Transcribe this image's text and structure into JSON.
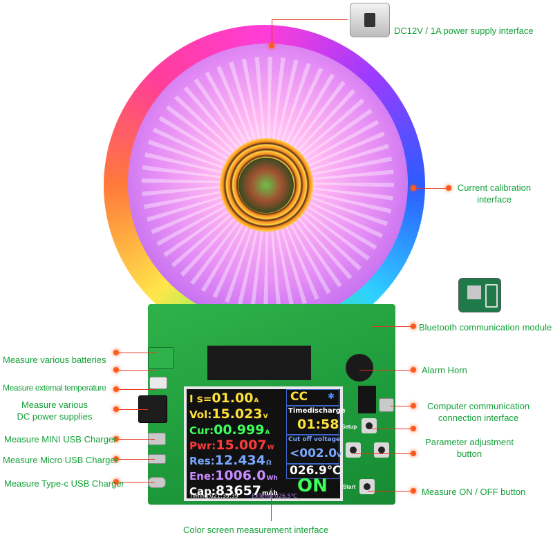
{
  "labels": {
    "power": "DC12V / 1A power supply interface",
    "calibration_line1": "Current calibration",
    "calibration_line2": "interface",
    "bluetooth": "Bluetooth communication module",
    "alarm": "Alarm Horn",
    "computer_line1": "Computer communication",
    "computer_line2": "connection interface",
    "param_line1": "Parameter adjustment",
    "param_line2": "button",
    "onoff": "Measure ON / OFF button",
    "batteries": "Measure various batteries",
    "temperature": "Measure external temperature",
    "dc_line1": "Measure various",
    "dc_line2": "DC power supplies",
    "mini_usb": "Measure MINI USB Charger",
    "micro_usb": "Measure Micro USB Charger",
    "typec": "Measure Type-c USB Charger",
    "screen": "Color screen measurement interface"
  },
  "display": {
    "set": {
      "name": "I s=",
      "value": "01.00",
      "unit": "A"
    },
    "mode": "CC",
    "bluetooth_symbol": "✱",
    "vol": {
      "name": "Vol:",
      "value": "15.023",
      "unit": "V"
    },
    "cur": {
      "name": "Cur:",
      "value": "00.999",
      "unit": "A"
    },
    "pwr": {
      "name": "Pwr:",
      "value": "15.007",
      "unit": "W"
    },
    "res": {
      "name": "Res:",
      "value": "12.434",
      "unit": "Ω"
    },
    "ene": {
      "name": "Ene:",
      "value": "1006.0",
      "unit": "Wh"
    },
    "cap": {
      "name": "Cap:",
      "value": "83657",
      "unit": "mAh"
    },
    "timed_label": "Timedischarge",
    "timed_value": "01:58",
    "cutoff_label": "Cut off voltage",
    "cutoff_value": "<002.0",
    "cutoff_unit": "V",
    "temp_value": "026.9℃",
    "state": "ON",
    "timing": "Timing:021:39:39",
    "ext_temp": "ExTemp:026.5℃"
  },
  "board_text": {
    "setup": "Setup",
    "start": "Start"
  },
  "colors": {
    "label_green": "#15a03a",
    "pointer_red": "#e8321e",
    "display_yellow": "#ffe13a",
    "display_green": "#3cff5a",
    "display_red": "#ff3a3a",
    "display_blue": "#7aa8ff",
    "display_purple": "#c78cff",
    "display_white": "#ffffff"
  }
}
